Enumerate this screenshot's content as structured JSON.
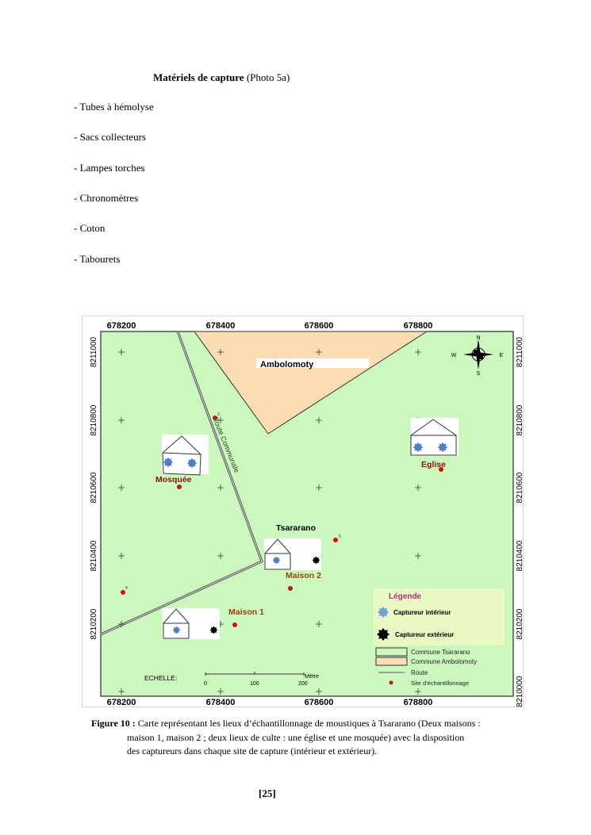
{
  "heading": {
    "bold": "Matériels de capture",
    "rest": " (Photo 5a)"
  },
  "items": [
    "- Tubes à hémolyse",
    "- Sacs collecteurs",
    "- Lampes torches",
    "- Chronomètres",
    "- Coton",
    "- Tabourets"
  ],
  "map": {
    "x_ticks": [
      "678200",
      "678400",
      "678600",
      "678800"
    ],
    "y_ticks": [
      "8211000",
      "8210800",
      "8210600",
      "8210400",
      "8210200",
      "8210000"
    ],
    "labels": {
      "ambolomoty": "Ambolomoty",
      "route": "Route Communale",
      "mosquee": "Mosquée",
      "eglise": "Eglise",
      "tsararano": "Tsararano",
      "maison2": "Maison 2",
      "maison1": "Maison 1",
      "site3": "3",
      "site4": "4",
      "site5": "5"
    },
    "compass": {
      "n": "N",
      "s": "S",
      "e": "E",
      "w": "W"
    },
    "scale": {
      "label": "ECHELLE:",
      "ticks": [
        "0",
        "100",
        "200"
      ],
      "unit": "Mètre"
    },
    "legend": {
      "title": "Légende",
      "interior": "Captureur intérieur",
      "exterior": "Captureur extérieur",
      "tsararano": "Commune Tsararano",
      "ambolomoty": "Commune Ambolomoty",
      "route": "Route",
      "site": "Site d'échantillonnage"
    },
    "colors": {
      "green": "#ccf7bd",
      "beige": "#fbddb3",
      "blue": "#4f7fc6",
      "red": "#c8140e",
      "label_red": "#8b1010",
      "maison": "#9c4412",
      "legend_title": "#b0327c"
    }
  },
  "caption": {
    "label": "Figure 10 :",
    "line1": " Carte représentant les lieux d’échantillonnage de moustiques à Tsararano (Deux maisons :",
    "line2": "maison 1, maison 2 ; deux lieux de culte : une église et une mosquée) avec la disposition",
    "line3": "des captureurs dans chaque site de capture (intérieur et extérieur)."
  },
  "page_number": "[25]"
}
